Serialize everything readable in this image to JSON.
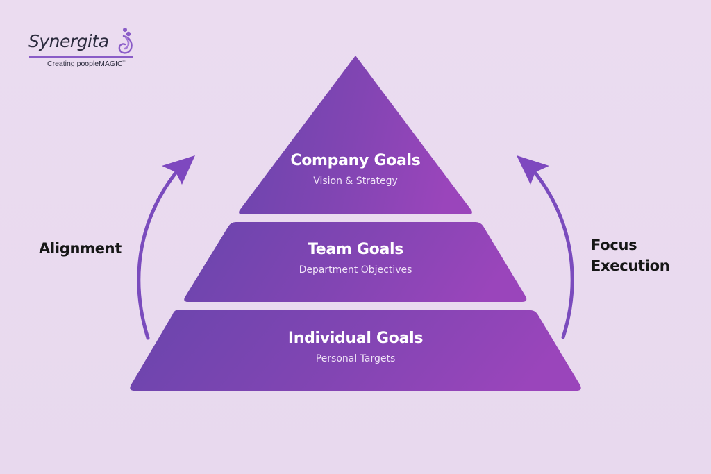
{
  "logo": {
    "wordmark": "Synergita",
    "tagline": "Creating poopleMAGIC",
    "registered_mark": "®",
    "icon": "synergita-figure-icon"
  },
  "colors": {
    "background": "#e9daef",
    "pyramid_left": "#6a45ad",
    "pyramid_right": "#9444b9",
    "arrow": "#7d4bbf",
    "label_text": "#161616",
    "tier_text": "#ffffff"
  },
  "pyramid": {
    "tiers": [
      {
        "title": "Company Goals",
        "subtitle": "Vision & Strategy"
      },
      {
        "title": "Team Goals",
        "subtitle": "Department Objectives"
      },
      {
        "title": "Individual Goals",
        "subtitle": "Personal Targets"
      }
    ]
  },
  "side_labels": {
    "left": {
      "text": "Alignment",
      "icon": "arrow-up-curved-icon"
    },
    "right": {
      "line1": "Focus",
      "line2": "Execution",
      "icon": "arrow-up-curved-icon"
    }
  }
}
